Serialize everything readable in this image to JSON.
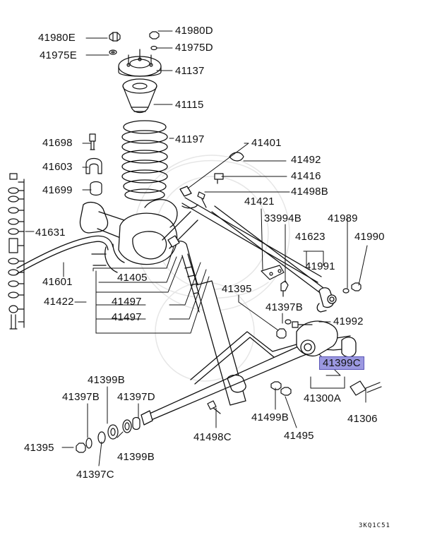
{
  "diagram": {
    "reference_code": "3KQ1C51",
    "highlighted_part": "41399C",
    "labels": {
      "p41980E": "41980E",
      "p41980D": "41980D",
      "p41975E": "41975E",
      "p41975D": "41975D",
      "p41137": "41137",
      "p41115": "41115",
      "p41698": "41698",
      "p41197": "41197",
      "p41401": "41401",
      "p41603": "41603",
      "p41492": "41492",
      "p41416": "41416",
      "p41699": "41699",
      "p41498B": "41498B",
      "p41421": "41421",
      "p33994B": "33994B",
      "p41989": "41989",
      "p41631": "41631",
      "p41623": "41623",
      "p41990": "41990",
      "p41991": "41991",
      "p41601": "41601",
      "p41405": "41405",
      "p41395a": "41395",
      "p41397Ba": "41397B",
      "p41422": "41422",
      "p41497a": "41497",
      "p41497b": "41497",
      "p41992": "41992",
      "p41399C": "41399C",
      "p41399Ba": "41399B",
      "p41397Bb": "41397B",
      "p41397D": "41397D",
      "p41300A": "41300A",
      "p41306": "41306",
      "p41499B": "41499B",
      "p41498C": "41498C",
      "p41495": "41495",
      "p41395b": "41395",
      "p41399Bb": "41399B",
      "p41397C": "41397C"
    }
  }
}
